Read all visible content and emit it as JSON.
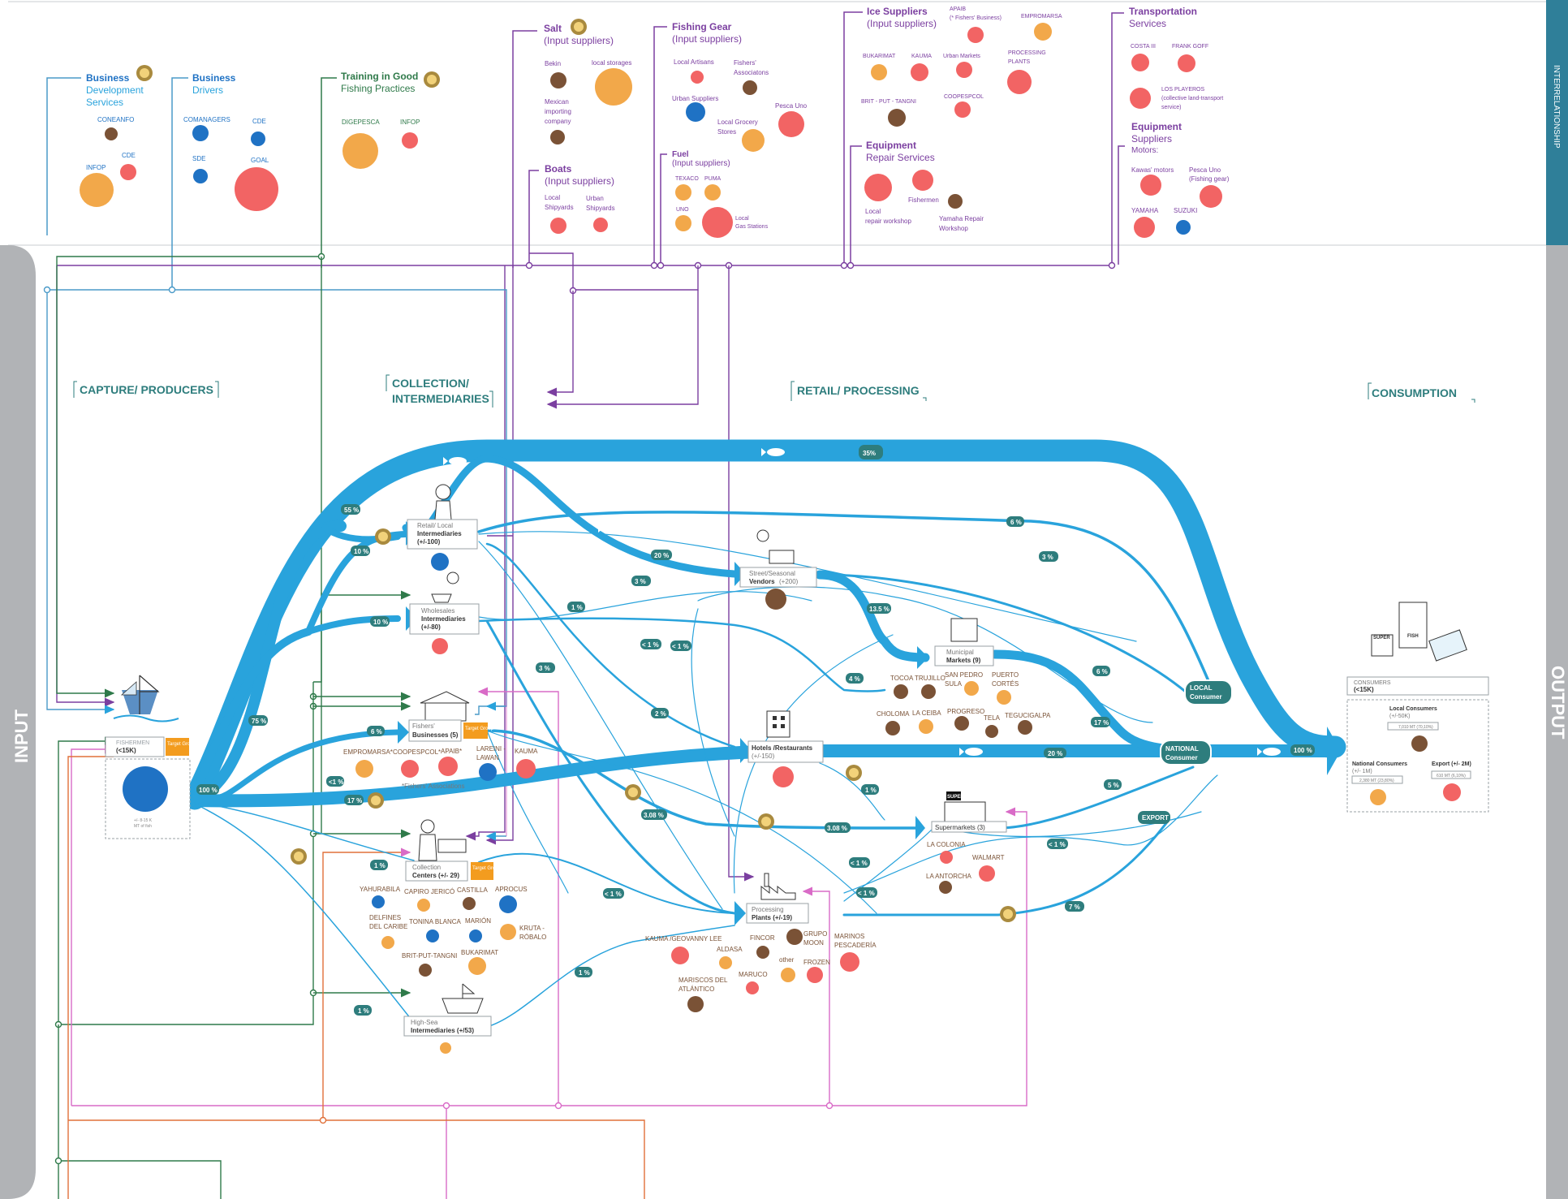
{
  "colors": {
    "flow": "#29a3dc",
    "teal": "#2e7d7d",
    "purple": "#7b3fa0",
    "green": "#2f7a4a",
    "pink": "#d96bc7",
    "orange": "#e0703a",
    "ltblue": "#4a9ac8",
    "bubble_red": "#f26464",
    "bubble_orange": "#f2a84a",
    "bubble_brown": "#7a5236",
    "bubble_blue": "#1f72c4",
    "sidebar": "#b1b3b6",
    "right_strip": "#2f7f99"
  },
  "labels": {
    "interrelationship": "INTERRELATIONSHIP",
    "input": "INPUT",
    "output": "OUTPUT",
    "stage_capture": "CAPTURE/ PRODUCERS",
    "stage_collection_1": "COLLECTION/",
    "stage_collection_2": "INTERMEDIARIES",
    "stage_retail": "RETAIL/ PROCESSING",
    "stage_consumption": "CONSUMPTION",
    "target_group": "Target Group"
  },
  "services": {
    "bds": {
      "title": "Business",
      "sub1": "Development",
      "sub2": "Services",
      "items": [
        "CONEANFO",
        "INFOP",
        "CDE"
      ]
    },
    "drivers": {
      "title": "Business",
      "sub1": "Drivers",
      "items": [
        "COMANAGERS",
        "CDE",
        "SDE",
        "GOAL"
      ]
    },
    "training": {
      "title": "Training in Good",
      "sub1": "Fishing Practices",
      "items": [
        "DIGEPESCA",
        "INFOP"
      ]
    },
    "salt": {
      "title": "Salt",
      "sub1": "(Input suppliers)",
      "items": [
        "Bekin",
        "local storages",
        "Mexican",
        "importing",
        "company"
      ]
    },
    "boats": {
      "title": "Boats",
      "sub1": "(Input suppliers)",
      "items": [
        "Local",
        "Shipyards",
        "Urban",
        "Shipyards"
      ]
    },
    "gear": {
      "title": "Fishing Gear",
      "sub1": "(Input suppliers)",
      "items": [
        "Local Artisans",
        "Fishers'",
        "Associatons",
        "Urban Suppliers",
        "Pesca Uno",
        "Local Grocery",
        "Stores"
      ]
    },
    "fuel": {
      "title": "Fuel",
      "sub1": "(Input suppliers)",
      "items": [
        "TEXACO",
        "PUMA",
        "UNO",
        "Local",
        "Gas Stations"
      ]
    },
    "ice": {
      "title": "Ice Suppliers",
      "sub1": "(Input suppliers)",
      "items": [
        "APAIB",
        "(* Fishers' Business)",
        "EMPROMARSA",
        "BUKARIMAT",
        "KAUMA",
        "Urban Markets",
        "PROCESSING",
        "PLANTS",
        "BRIT - PUT - TANGNI",
        "COOPESPCOL"
      ]
    },
    "repair": {
      "title": "Equipment",
      "sub1": "Repair Services",
      "items": [
        "Local",
        "repair workshop",
        "Fishermen",
        "Yamaha Repair",
        "Workshop"
      ]
    },
    "transport": {
      "title": "Transportation",
      "sub1": "Services",
      "items": [
        "COSTA III",
        "FRANK GOFF",
        "LOS PLAYEROS",
        "(collective land-transport",
        "service)"
      ]
    },
    "equip": {
      "title": "Equipment",
      "sub1": "Suppliers",
      "sub2": "Motors:",
      "items": [
        "Kawas' motors",
        "Pesca Uno",
        "(Fishing gear)",
        "YAMAHA",
        "SUZUKI"
      ]
    }
  },
  "nodes": {
    "fishermen": {
      "l1": "FISHERMEN",
      "l2": "(<15K)",
      "vol1": "+/- 8-15 K",
      "vol2": "MT of fish"
    },
    "retail_int": {
      "l1": "Retail/ Local",
      "l2": "Intermediaries",
      "l3": "(+/-100)"
    },
    "wholesale": {
      "l1": "Wholesales",
      "l2": "Intermediaries",
      "l3": "(+/-80)"
    },
    "fishers_biz": {
      "l1": "Fishers'",
      "l2": "Businesses (5)",
      "members": [
        "EMPROMARSA*",
        "COOPESPCOL*",
        "APAIB*",
        "LAREINI -",
        "LAWAN",
        "KAUMA"
      ],
      "note": "*Fishers' Associations"
    },
    "collection": {
      "l1": "Collection",
      "l2": "Centers (+/- 29)",
      "members": [
        "YAHURABILA",
        "CAPIRO JERICÓ",
        "CASTILLA",
        "APROCUS",
        "DELFINES",
        "DEL CARIBE",
        "TONINA BLANCA",
        "MARIÓN",
        "KRUTA -",
        "RÓBALO",
        "BRIT-PUT-TANGNI",
        "BUKARIMAT"
      ]
    },
    "highsea": {
      "l1": "High-Sea",
      "l2": "Intermediaries (+/53)"
    },
    "street": {
      "l1": "Street/Seasonal",
      "l2": "Vendors",
      "l3": "(+200)"
    },
    "municipal": {
      "l1": "Municipal",
      "l2": "Markets (9)",
      "members": [
        "TOCOA",
        "TRUJILLO",
        "SAN PEDRO",
        "SULA",
        "PUERTO",
        "CORTÉS",
        "CHOLOMA",
        "LA CEIBA",
        "PROGRESO",
        "TELA",
        "TEGUCIGALPA"
      ]
    },
    "hotels": {
      "l1": "Hotels /Restaurants",
      "l2": "(+/-150)"
    },
    "super": {
      "l1": "Supermarkets (3)",
      "sign": "SUPER",
      "members": [
        "LA COLONIA",
        "WALMART",
        "LA ANTORCHA"
      ]
    },
    "plants": {
      "l1": "Processing",
      "l2": "Plants (+/-19)",
      "members": [
        "KAUMA /GEOVANNY LEE",
        "ALDASA",
        "FINCOR",
        "GRUPO",
        "MOON",
        "MARINOS",
        "PESCADERÍA",
        "MARUCO",
        "other",
        "FROZEN",
        "MARISCOS DEL",
        "ATLÁNTICO"
      ]
    },
    "local_consumer": {
      "l1": "LOCAL",
      "l2": "Consumer"
    },
    "national_consumer": {
      "l1": "NATIONAL",
      "l2": "Consumer"
    },
    "export": "EXPORT",
    "consumers": {
      "l1": "CONSUMERS",
      "l2": "(<15K)",
      "local": "Local Consumers",
      "local_sub": "(+/-50K)",
      "local_vol": "7,010 MT (70,10%)",
      "national": "National Consumers",
      "national_sub": "(+/- 1M)",
      "national_vol": "2,380 MT (23,80%)",
      "export": "Export (+/- 2M)",
      "export_vol": "610 MT (6,10%)",
      "shop1": "SUPER",
      "shop2": "FISH"
    }
  },
  "flow_labels": [
    "55 %",
    "10 %",
    "10 %",
    "75 %",
    "6 %",
    "<1 %",
    "100 %",
    "17 %",
    "1 %",
    "1 %",
    "35%",
    "6 %",
    "3 %",
    "20 %",
    "3 %",
    "1 %",
    "< 1 %",
    "< 1 %",
    "2 %",
    "3 %",
    "13.5 %",
    "4 %",
    "6 %",
    "17 %",
    "20 %",
    "1 %",
    "3.08 %",
    "3.08 %",
    "5 %",
    "< 1 %",
    "< 1 %",
    "< 1 %",
    "< 1 %",
    "7 %",
    "1 %",
    "100 %"
  ]
}
